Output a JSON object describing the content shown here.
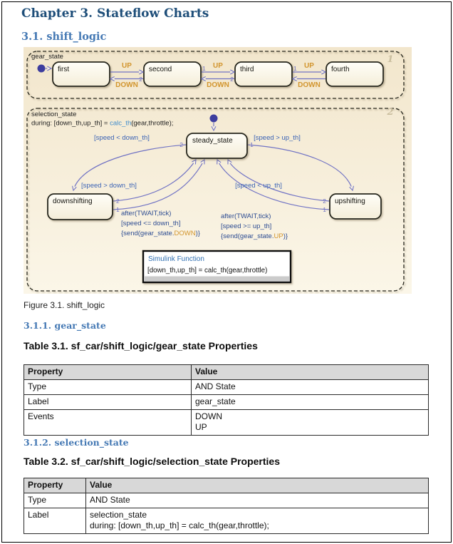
{
  "header": {
    "chapter_title": "Chapter 3. Stateflow Charts",
    "section_title": "3.1. shift_logic"
  },
  "figure": {
    "caption": "Figure 3.1. shift_logic"
  },
  "diagram": {
    "gear": {
      "label": "gear_state",
      "order_badge": "1",
      "states": [
        "first",
        "second",
        "third",
        "fourth"
      ],
      "up": "UP",
      "down": "DOWN",
      "n1": "1",
      "n2": "2"
    },
    "selection": {
      "label": "selection_state",
      "order_badge": "2",
      "during_prefix": "during: [down_th,up_th] = ",
      "during_fn": "calc_th",
      "during_suffix": "(gear,throttle);",
      "steady": "steady_state",
      "downshifting": "downshifting",
      "upshifting": "upshifting",
      "cond_speed_lt_down": "[speed < down_th]",
      "cond_speed_gt_up": "[speed > up_th]",
      "cond_speed_gt_down": "[speed > down_th]",
      "cond_speed_lt_up": "[speed < up_th]",
      "after": "after(TWAIT,tick)",
      "cond_speed_le_down": "[speed <= down_th]",
      "cond_speed_ge_up": "[speed >= up_th]",
      "send_prefix": "{send(gear_state.",
      "send_down_event": "DOWN",
      "send_up_event": "UP",
      "send_suffix": ")}",
      "n1": "1",
      "n2": "2"
    },
    "simulink_function": {
      "title": "Simulink Function",
      "body": "[down_th,up_th] = calc_th(gear,throttle)"
    }
  },
  "sections": {
    "gear_heading": "3.1.1. gear_state",
    "selection_heading": "3.1.2. selection_state"
  },
  "tables": {
    "t1": {
      "title": "Table 3.1. sf_car/shift_logic/gear_state Properties",
      "headers": [
        "Property",
        "Value"
      ],
      "rows": [
        [
          "Type",
          "AND State"
        ],
        [
          "Label",
          "gear_state"
        ],
        [
          "Events",
          "DOWN\nUP"
        ]
      ]
    },
    "t2": {
      "title": "Table 3.2. sf_car/shift_logic/selection_state Properties",
      "headers": [
        "Property",
        "Value"
      ],
      "rows": [
        [
          "Type",
          "AND State"
        ],
        [
          "Label",
          "selection_state\nduring: [down_th,up_th] = calc_th(gear,throttle);"
        ]
      ]
    }
  },
  "colors": {
    "chapter_heading": "#1e4e79",
    "sub_heading": "#4579b4",
    "diagram_bg": "#f4ead4",
    "transition": "#7173c4",
    "event_label": "#d2952e",
    "condition": "#3b63b5",
    "action": "#2d4c92",
    "function_link": "#3f8ccc",
    "table_header_bg": "#d8d8d8"
  }
}
